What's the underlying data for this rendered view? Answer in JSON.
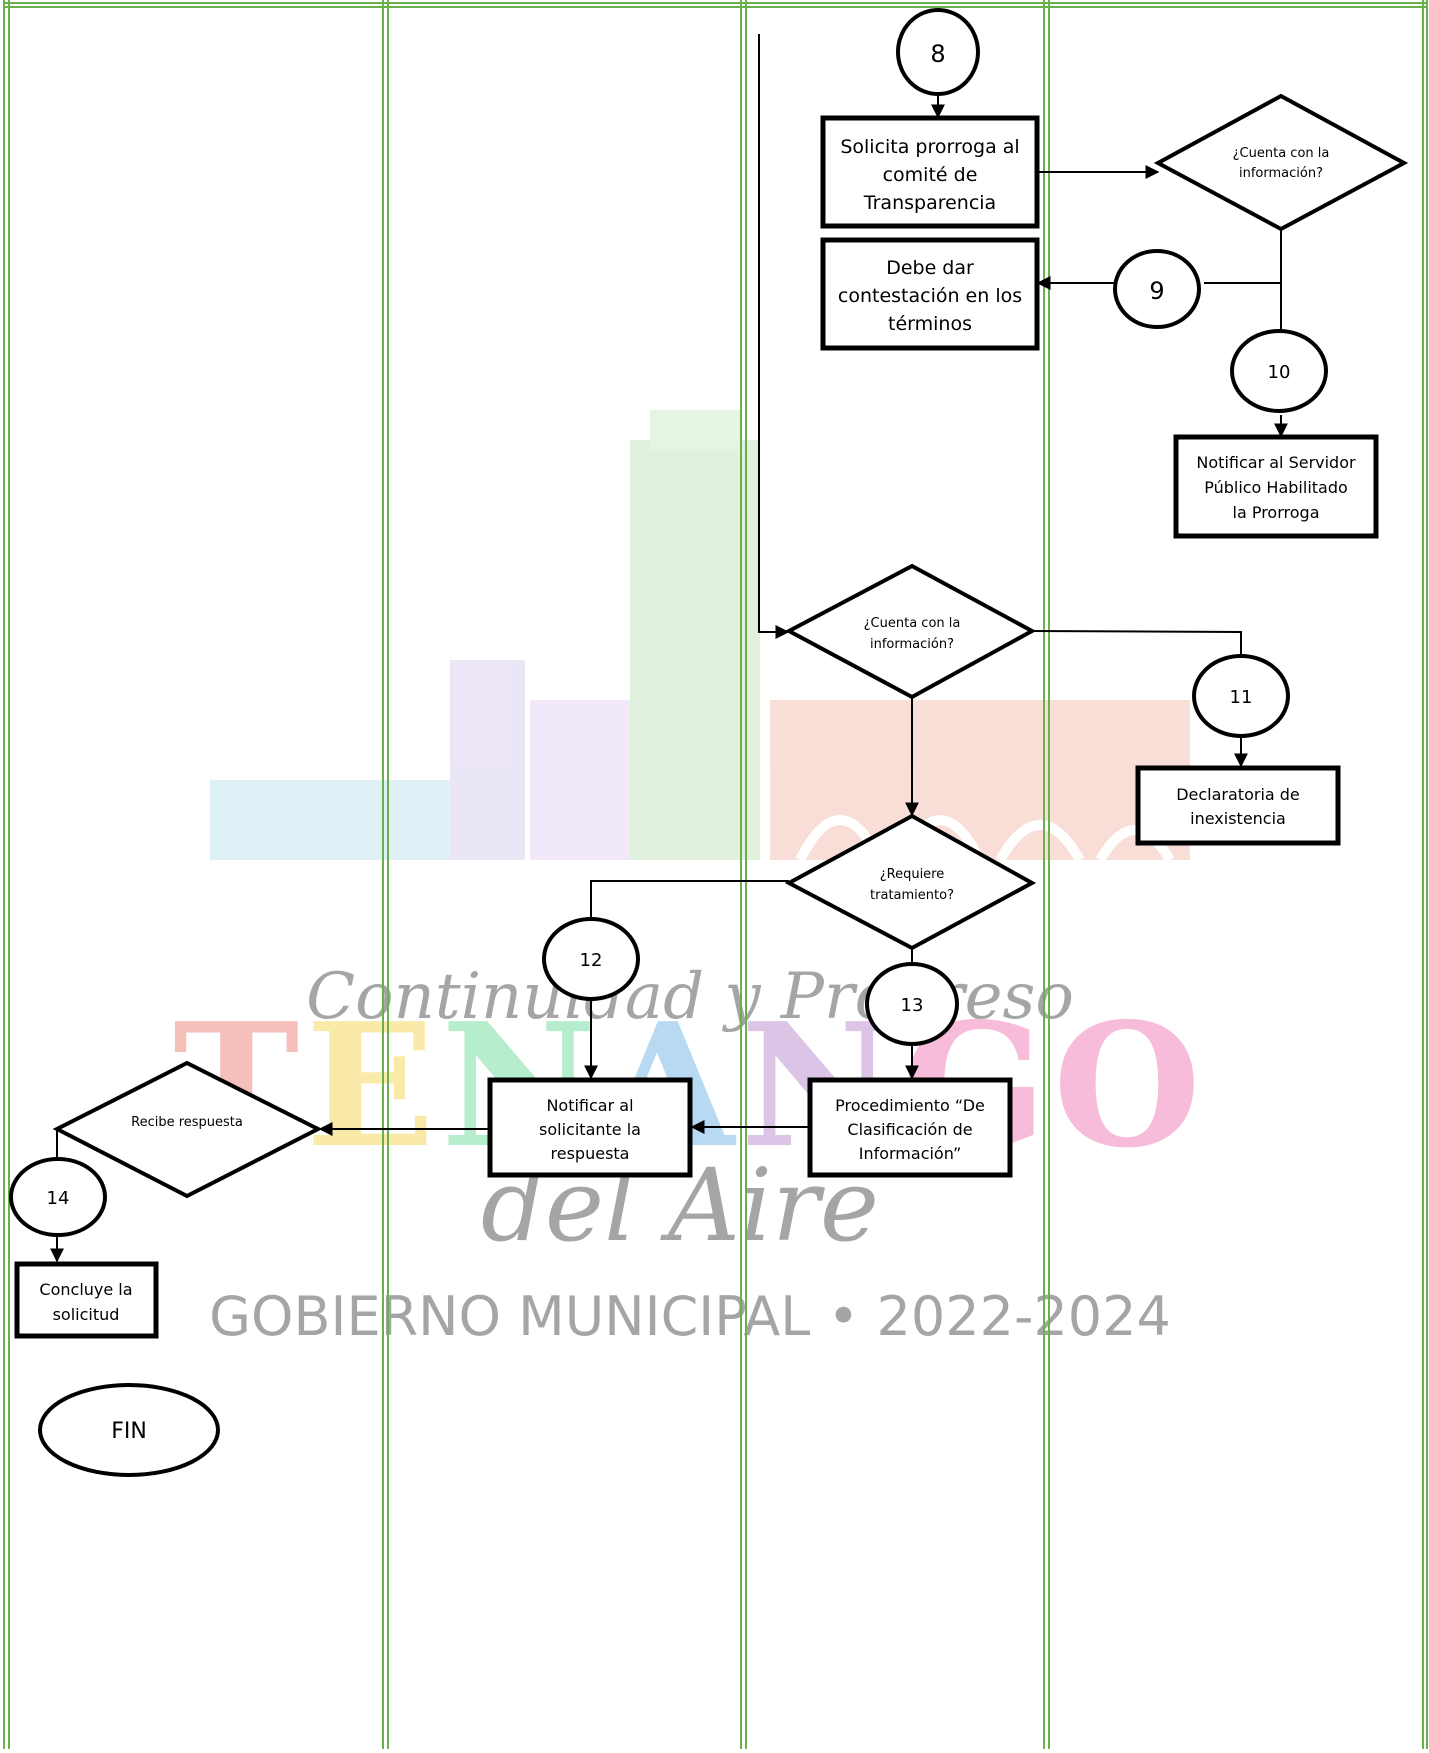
{
  "watermark": {
    "slogan": "Continuidad y Progreso",
    "town_line1": "TENANGO",
    "town_line2": "del Aire",
    "government": "GOBIERNO MUNICIPAL • 2022-2024",
    "colors": [
      "#e74c3c",
      "#f1c40f",
      "#2ecc71",
      "#3498db",
      "#9b59b6",
      "#e84393"
    ]
  },
  "connectors": {
    "c8": "8",
    "c9": "9",
    "c10": "10",
    "c11": "11",
    "c12": "12",
    "c13": "13",
    "c14": "14"
  },
  "process": {
    "solicita": [
      "Solicita prorroga al",
      "comité de",
      "Transparencia"
    ],
    "debe": [
      "Debe dar",
      "contestación en los",
      "términos"
    ],
    "notificar_servidor": [
      "Notificar al Servidor",
      "Público Habilitado",
      "la Prorroga"
    ],
    "declaratoria": [
      "Declaratoria de",
      "inexistencia"
    ],
    "notificar_solicitante": [
      "Notificar al",
      "solicitante la",
      "respuesta"
    ],
    "procedimiento": [
      "Procedimiento “De",
      "Clasificación de",
      "Información”"
    ],
    "concluye": [
      "Concluye la",
      "solicitud"
    ]
  },
  "decisions": {
    "cuenta_top": [
      "¿Cuenta con la",
      "información?"
    ],
    "cuenta_mid": [
      "¿Cuenta con la",
      "información?"
    ],
    "requiere": [
      "¿Requiere",
      "tratamiento?"
    ],
    "recibe": [
      "Recibe respuesta"
    ]
  },
  "terminal": {
    "fin": "FIN"
  },
  "lane_border_color": "#6ab04c"
}
